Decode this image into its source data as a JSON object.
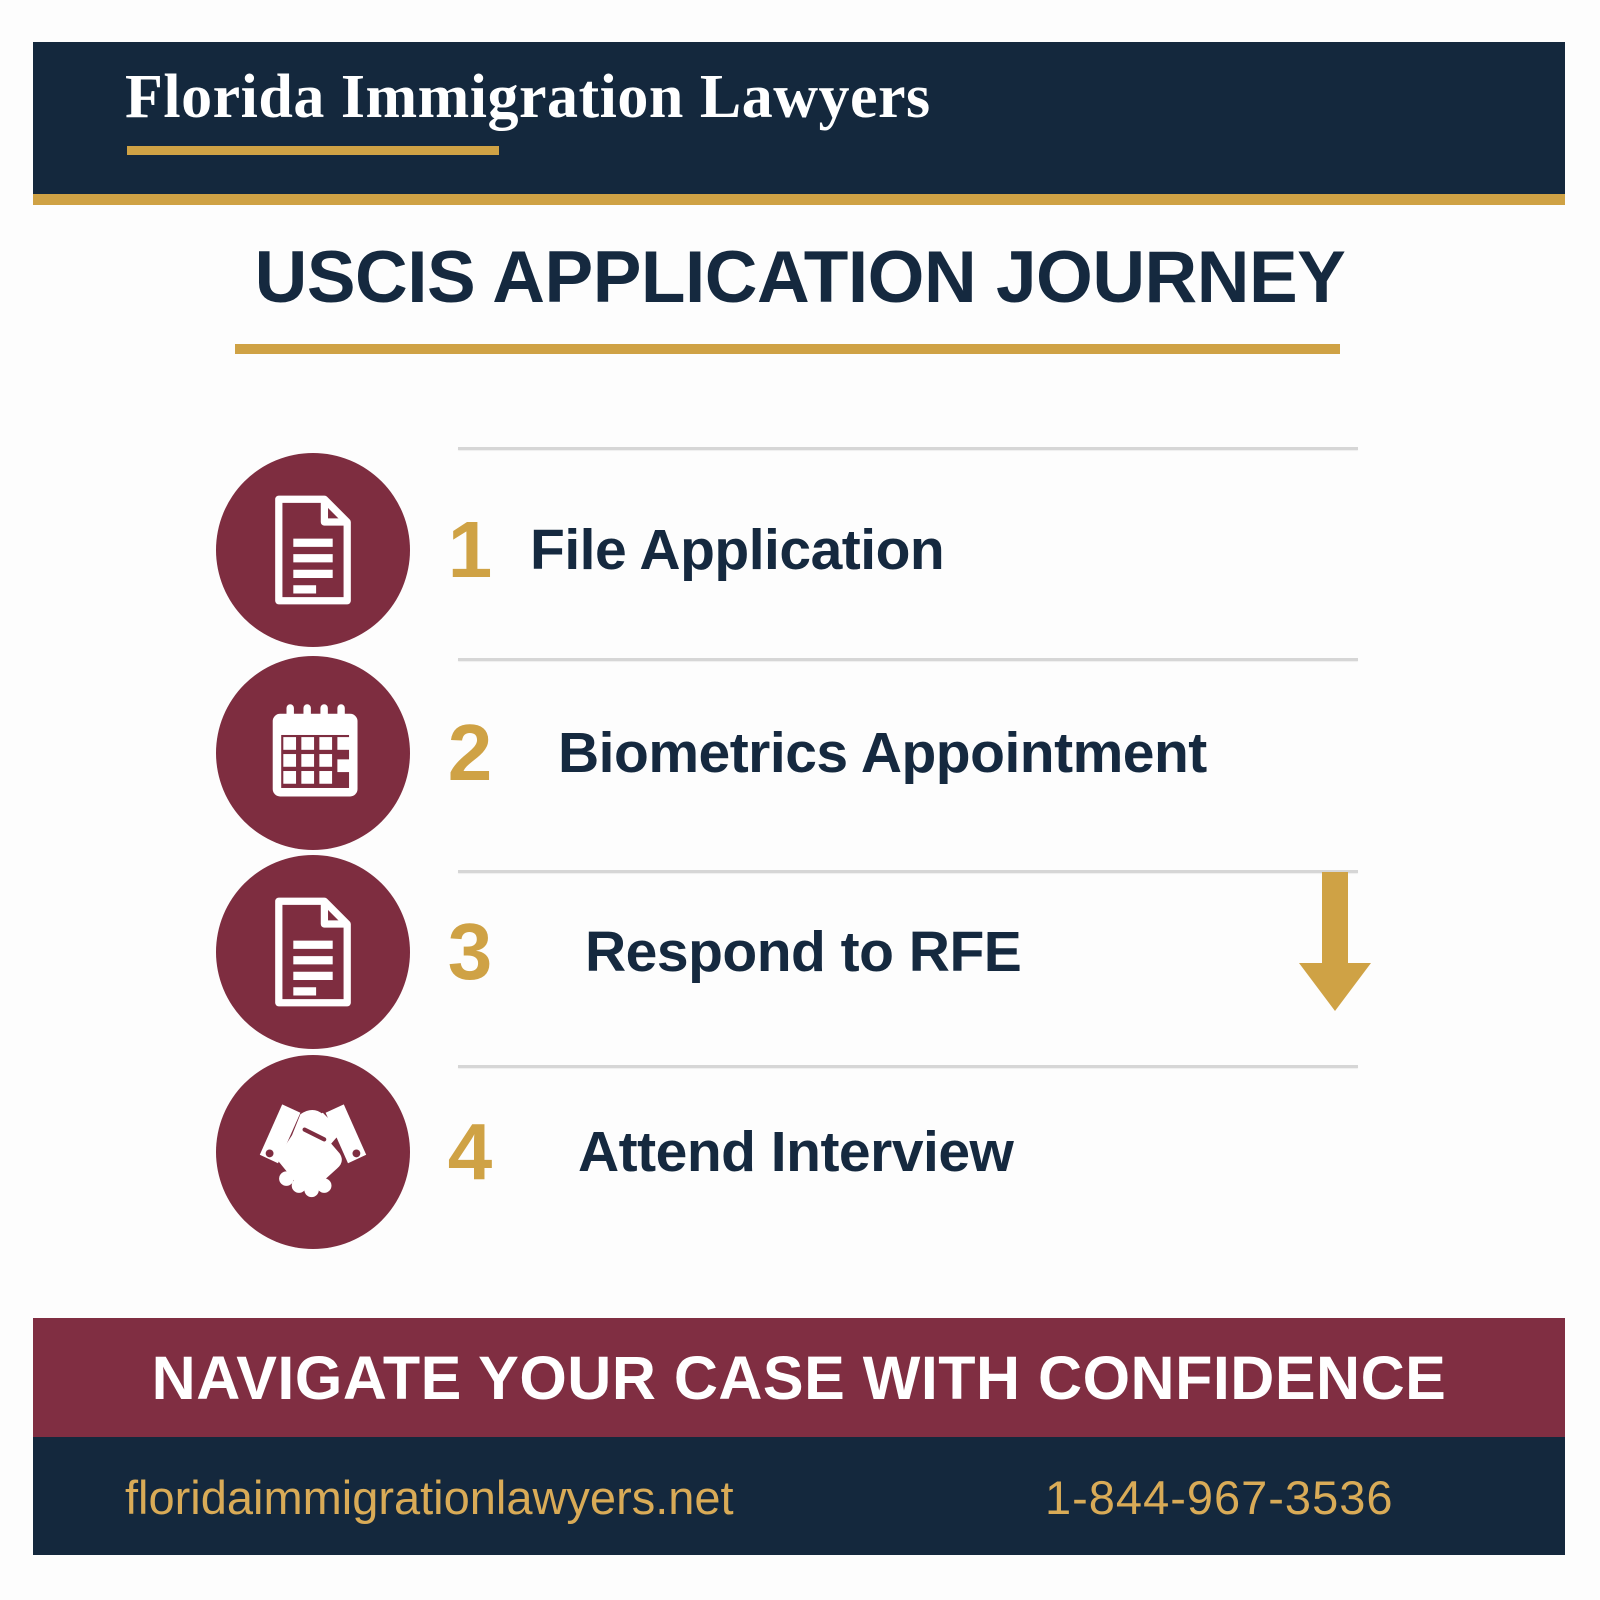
{
  "colors": {
    "navy": "#14283d",
    "maroon": "#7e2d40",
    "banner_maroon": "#802e42",
    "gold": "#cfa245",
    "text_gold": "#d9ab57",
    "title_navy": "#15293f",
    "separator": "#d6d6d6",
    "white": "#ffffff"
  },
  "header": {
    "brand": "Florida Immigration Lawyers"
  },
  "title": "USCIS APPLICATION JOURNEY",
  "steps": [
    {
      "number": "1",
      "label": "File Application",
      "icon": "document-icon"
    },
    {
      "number": "2",
      "label": "Biometrics Appointment",
      "icon": "calendar-icon"
    },
    {
      "number": "3",
      "label": "Respond to RFE",
      "icon": "document-icon"
    },
    {
      "number": "4",
      "label": "Attend Interview",
      "icon": "handshake-icon"
    }
  ],
  "flow": {
    "arrow": "down-arrow-icon"
  },
  "banner": {
    "text": "NAVIGATE YOUR CASE WITH CONFIDENCE"
  },
  "footer": {
    "website": "floridaimmigrationlawyers.net",
    "phone": "1-844-967-3536"
  }
}
